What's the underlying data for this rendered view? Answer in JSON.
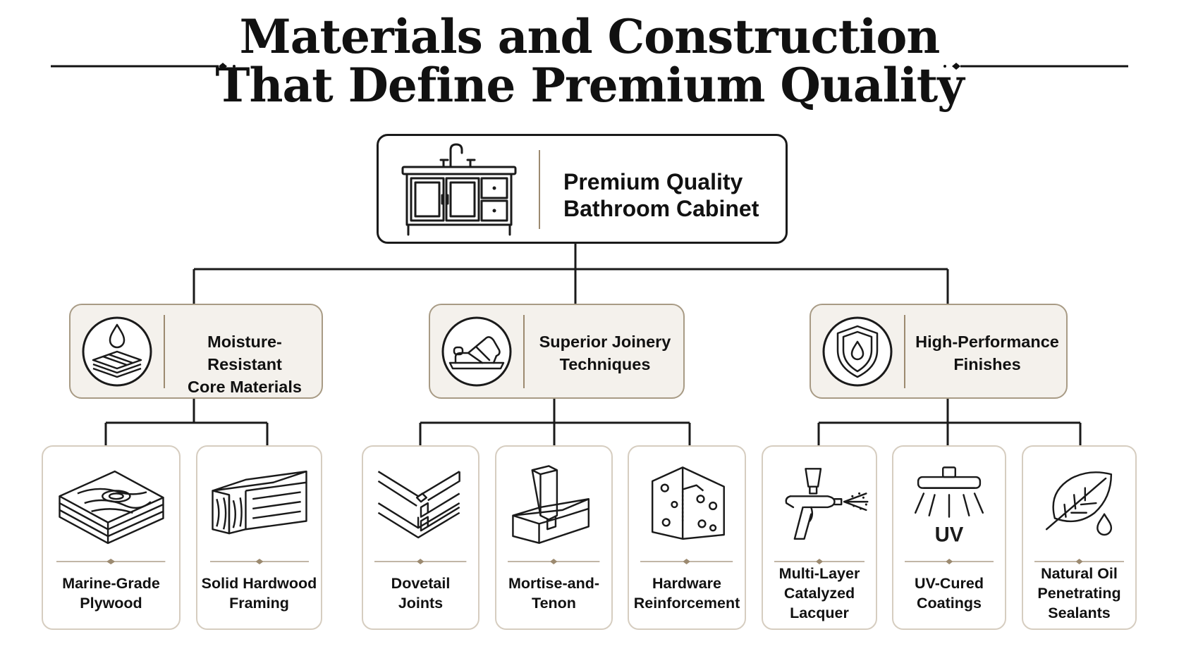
{
  "title": {
    "line1": "Materials and Construction",
    "line2": "That Define Premium Quality"
  },
  "root": {
    "label_line1": "Premium Quality",
    "label_line2": "Bathroom Cabinet",
    "icon": "bathroom-vanity-icon"
  },
  "categories": [
    {
      "label_line1": "Moisture-Resistant",
      "label_line2": "Core Materials",
      "icon": "water-drop-layers-icon"
    },
    {
      "label_line1": "Superior Joinery",
      "label_line2": "Techniques",
      "icon": "hand-plane-icon"
    },
    {
      "label_line1": "High-Performance",
      "label_line2": "Finishes",
      "icon": "shield-drop-icon"
    }
  ],
  "leaves": [
    {
      "lines": [
        "Marine-Grade",
        "Plywood"
      ],
      "icon": "plywood-stack-icon"
    },
    {
      "lines": [
        "Solid Hardwood",
        "Framing"
      ],
      "icon": "hardwood-beam-icon"
    },
    {
      "lines": [
        "Dovetail",
        "Joints"
      ],
      "icon": "dovetail-joint-icon"
    },
    {
      "lines": [
        "Mortise-and-",
        "Tenon"
      ],
      "icon": "mortise-tenon-icon"
    },
    {
      "lines": [
        "Hardware",
        "Reinforcement"
      ],
      "icon": "corner-bracket-icon"
    },
    {
      "lines": [
        "Multi-Layer",
        "Catalyzed",
        "Lacquer"
      ],
      "icon": "spray-gun-icon"
    },
    {
      "lines": [
        "UV-Cured",
        "Coatings"
      ],
      "icon": "uv-lamp-icon",
      "icon_text": "UV"
    },
    {
      "lines": [
        "Natural Oil",
        "Penetrating",
        "Sealants"
      ],
      "icon": "leaf-drop-icon"
    }
  ],
  "colors": {
    "accent": "#9c8a70",
    "category_fill": "#f4f1ec",
    "category_border": "#a89b85",
    "leaf_border": "#d6cdc0",
    "line": "#1a1a1a"
  }
}
